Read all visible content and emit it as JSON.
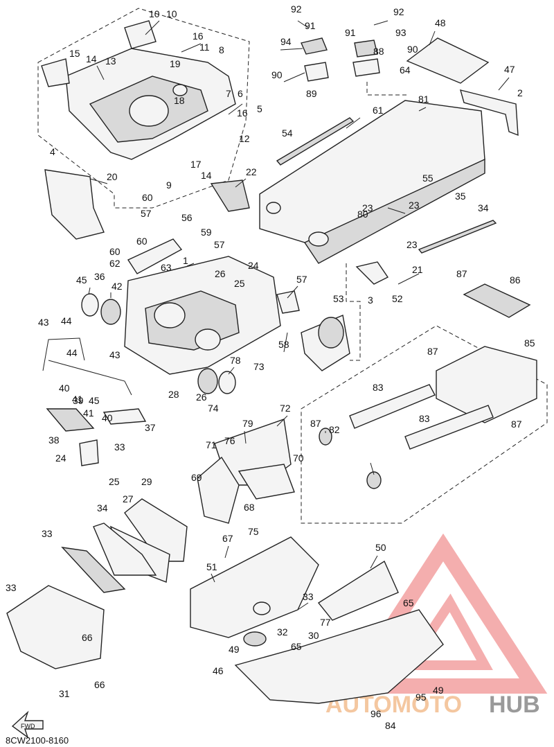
{
  "diagram": {
    "caption": "8CW2100-8160",
    "fwd_label": "FWD",
    "watermark": {
      "auto": "AUTOMOTO",
      "hub": "HUB"
    }
  },
  "callouts": [
    "10",
    "10",
    "16",
    "11",
    "8",
    "15",
    "14",
    "13",
    "19",
    "7",
    "6",
    "18",
    "16",
    "5",
    "12",
    "17",
    "14",
    "9",
    "4",
    "20",
    "22",
    "92",
    "91",
    "94",
    "90",
    "89",
    "92",
    "93",
    "91",
    "90",
    "88",
    "64",
    "48",
    "47",
    "2",
    "61",
    "81",
    "54",
    "55",
    "35",
    "23",
    "80",
    "34",
    "23",
    "23",
    "21",
    "3",
    "52",
    "53",
    "57",
    "58",
    "60",
    "57",
    "56",
    "59",
    "60",
    "57",
    "60",
    "62",
    "63",
    "1",
    "26",
    "25",
    "24",
    "45",
    "36",
    "42",
    "43",
    "44",
    "44",
    "43",
    "40",
    "41",
    "39",
    "45",
    "40",
    "41",
    "38",
    "33",
    "28",
    "37",
    "24",
    "25",
    "26",
    "74",
    "78",
    "73",
    "72",
    "79",
    "71",
    "76",
    "70",
    "69",
    "68",
    "29",
    "27",
    "34",
    "33",
    "33",
    "66",
    "31",
    "66",
    "67",
    "75",
    "51",
    "49",
    "46",
    "33",
    "32",
    "77",
    "30",
    "65",
    "50",
    "65",
    "49",
    "95",
    "96",
    "84",
    "87",
    "86",
    "85",
    "87",
    "83",
    "83",
    "87",
    "87",
    "82"
  ]
}
